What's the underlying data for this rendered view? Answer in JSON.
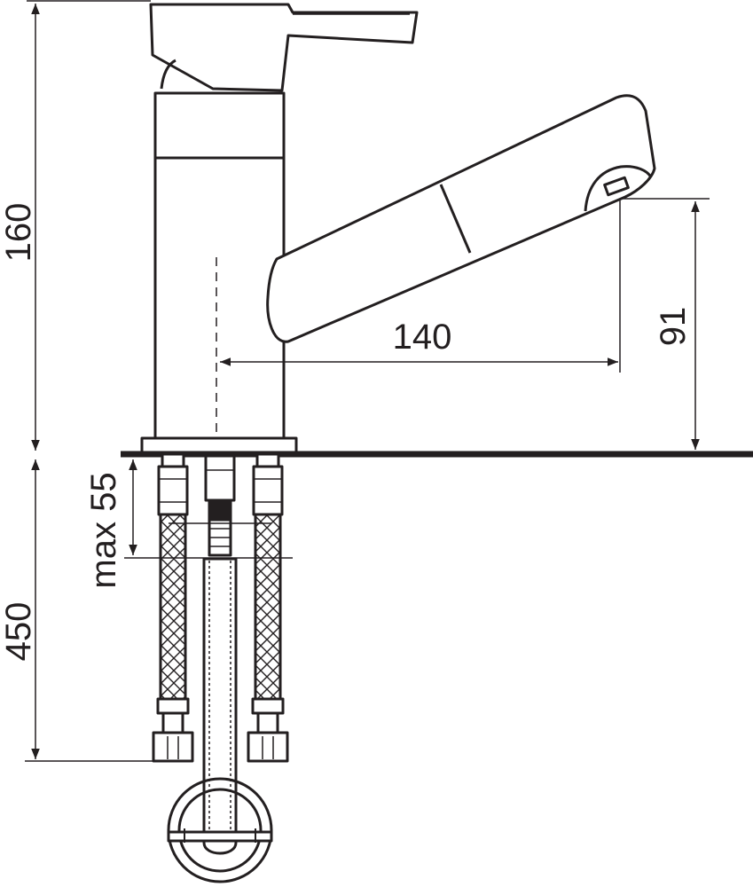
{
  "dimensions": {
    "total_height": "160",
    "spout_reach": "140",
    "spout_height": "91",
    "max_thickness": "max 55",
    "hose_length": "450"
  },
  "colors": {
    "line": "#231f20",
    "background": "#ffffff"
  }
}
